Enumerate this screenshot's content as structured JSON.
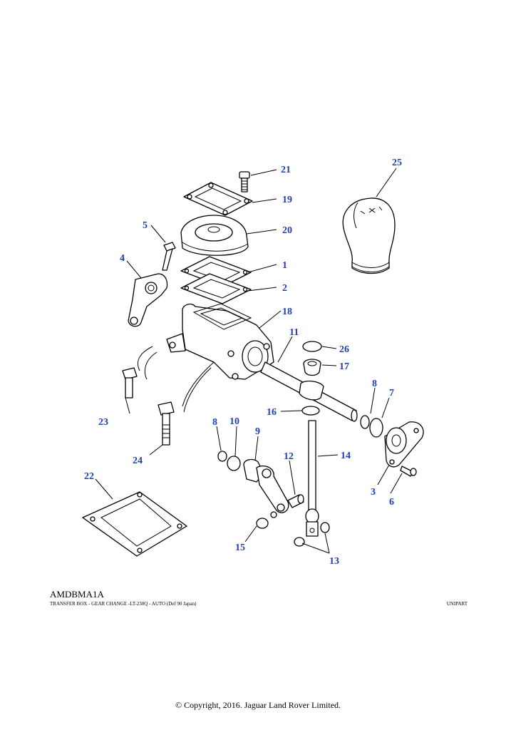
{
  "diagram": {
    "code": "AMDBMA1A",
    "caption": "TRANSFER BOX -  GEAR CHANGE -LT-230Q - AUTO (Def 90 Japan)",
    "brand": "UNIPART",
    "copyright": "© Copyright, 2016. Jaguar Land Rover Limited."
  },
  "callouts": {
    "c1": "1",
    "c2": "2",
    "c3": "3",
    "c4": "4",
    "c5": "5",
    "c6": "6",
    "c7": "7",
    "c8a": "8",
    "c8b": "8",
    "c9": "9",
    "c10": "10",
    "c11": "11",
    "c12": "12",
    "c13": "13",
    "c14": "14",
    "c15": "15",
    "c16": "16",
    "c17": "17",
    "c18": "18",
    "c19": "19",
    "c20": "20",
    "c21": "21",
    "c22": "22",
    "c23": "23",
    "c24": "24",
    "c25": "25",
    "c26": "26"
  },
  "colors": {
    "callout": "#1f3fb4",
    "line": "#000000",
    "background": "#ffffff"
  }
}
